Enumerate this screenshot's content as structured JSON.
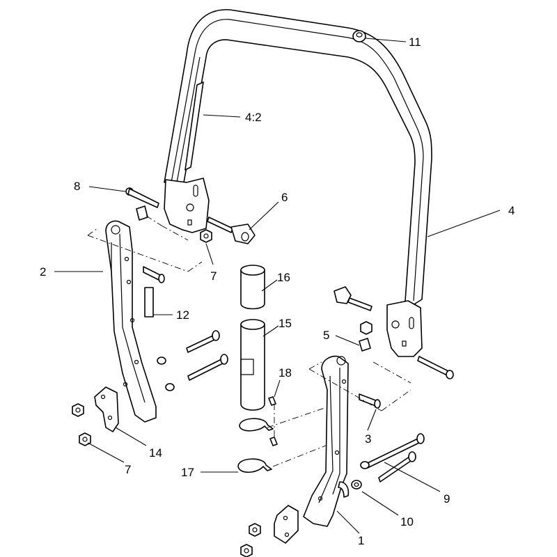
{
  "diagram": {
    "callouts": {
      "c1": "1",
      "c2": "2",
      "c3": "3",
      "c4": "4",
      "c4_2": "4:2",
      "c5": "5",
      "c6": "6",
      "c7_top": "7",
      "c7_bottom": "7",
      "c8": "8",
      "c9": "9",
      "c10": "10",
      "c11": "11",
      "c12": "12",
      "c14": "14",
      "c15": "15",
      "c16": "16",
      "c17": "17",
      "c18": "18"
    }
  }
}
